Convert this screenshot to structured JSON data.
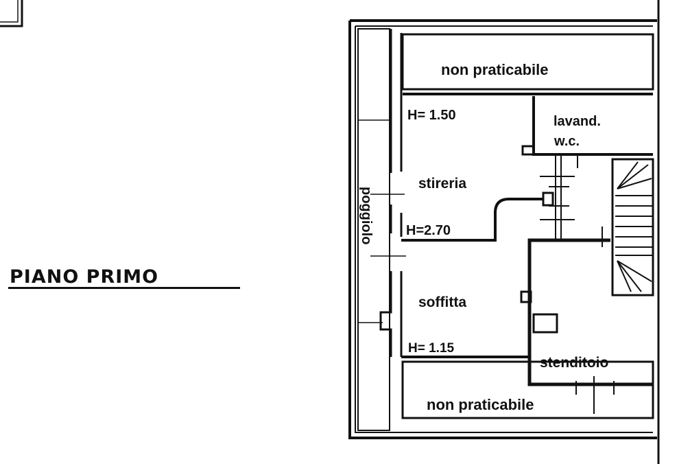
{
  "plan_title": "PIANO PRIMO",
  "rooms": {
    "top_non_praticabile": "non praticabile",
    "h_stireria": "H= 1.50",
    "lavanderia": "lavand.",
    "wc": "w.c.",
    "stireria": "stireria",
    "h_stireria_2": "H=2.70",
    "poggiolo": "poggiolo",
    "soffitta": "soffitta",
    "h_soffitta": "H= 1.15",
    "stenditoio": "stenditoio",
    "bottom_non_praticabile": "non praticabile"
  },
  "colors": {
    "ink": "#111111",
    "paper": "#ffffff"
  }
}
